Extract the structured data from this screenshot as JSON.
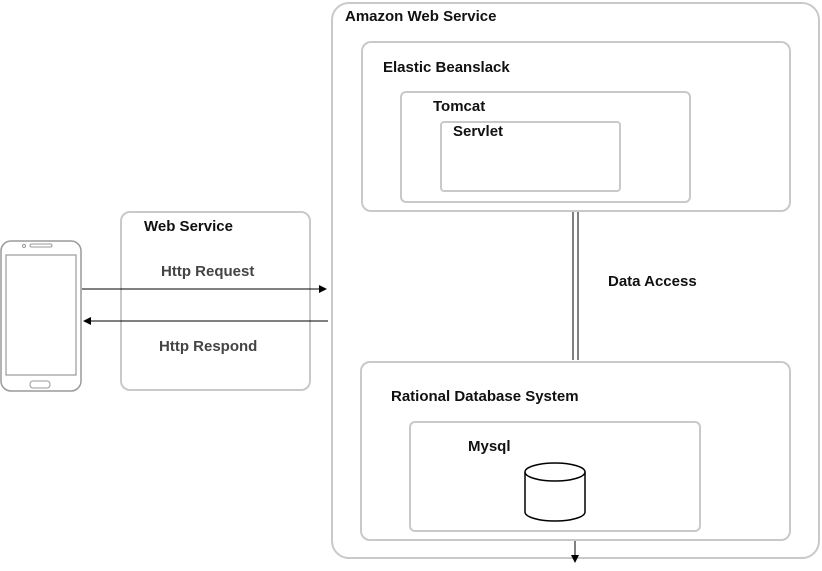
{
  "aws": {
    "title": "Amazon Web Service"
  },
  "beanstalk": {
    "title": "Elastic Beanslack"
  },
  "tomcat": {
    "title": "Tomcat"
  },
  "servlet": {
    "title": "Servlet"
  },
  "web_service": {
    "title": "Web Service",
    "request_label": "Http Request",
    "respond_label": "Http Respond"
  },
  "data_access": {
    "label": "Data Access"
  },
  "rds": {
    "title": "Rational Database System"
  },
  "mysql": {
    "title": "Mysql"
  },
  "icons": {
    "phone": "smartphone-icon",
    "database": "database-cylinder-icon"
  },
  "colors": {
    "border": "#c9c9c9",
    "line": "#000000",
    "text": "#111111"
  }
}
